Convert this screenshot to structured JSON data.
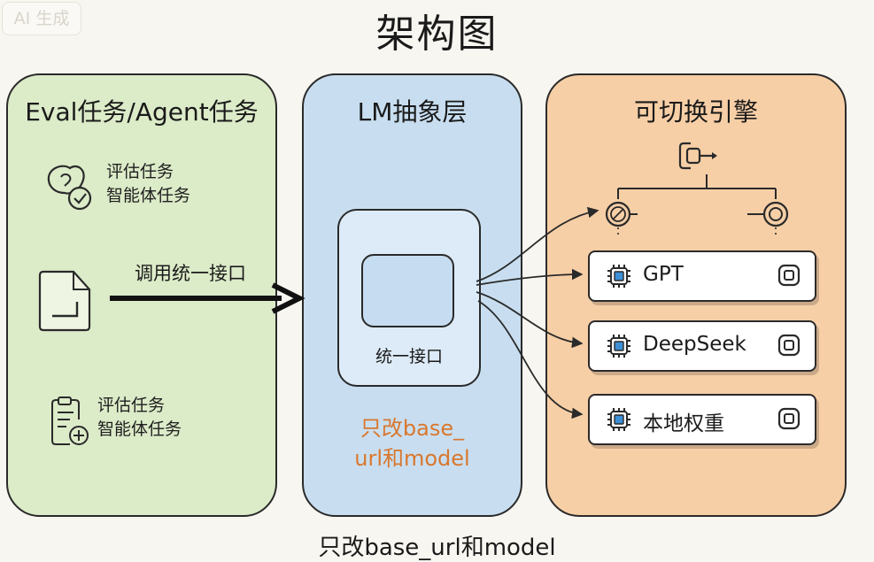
{
  "watermark": "AI 生成",
  "title": "架构图",
  "left_panel": {
    "title": "Eval任务/Agent任务",
    "group1": {
      "line1": "评估任务",
      "line2": "智能体任务"
    },
    "arrow_label": "调用统一接口",
    "group2": {
      "line1": "评估任务",
      "line2": "智能体任务"
    }
  },
  "middle_panel": {
    "title": "LM抽象层",
    "inner_label": "统一接口",
    "note_line1": "只改base_",
    "note_line2": "url和model"
  },
  "right_panel": {
    "title": "可切换引擎",
    "engines": [
      {
        "label": "GPT"
      },
      {
        "label": "DeepSeek"
      },
      {
        "label": "本地权重"
      }
    ]
  },
  "footer": "只改base_url和model",
  "colors": {
    "left_panel_bg": "#dcebc8",
    "middle_panel_bg": "#c8def0",
    "right_panel_bg": "#f7cfa6",
    "note_orange": "#d9772e",
    "chip_blue": "#3d8fd6"
  },
  "icons": [
    "badge-check-icon",
    "document-icon",
    "clipboard-plus-icon",
    "switch-plug-icon",
    "toggle-left-icon",
    "toggle-right-icon",
    "cpu-chip-icon",
    "square-icon"
  ]
}
